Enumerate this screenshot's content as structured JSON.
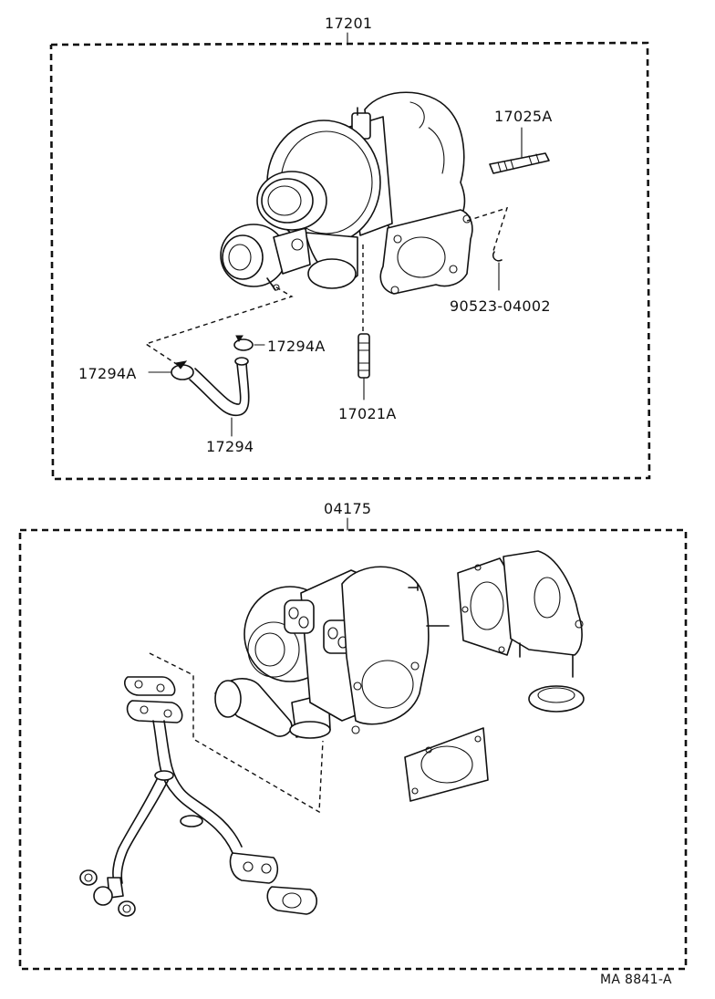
{
  "parts": {
    "top_assembly": "17201",
    "stud_upper": "17025A",
    "clip_right": "90523-04002",
    "hose_clamp_right": "17294A",
    "hose_clamp_left": "17294A",
    "hose": "17294",
    "stud_lower": "17021A",
    "bottom_assembly": "04175"
  },
  "footer": {
    "code": "MA  8841-A"
  }
}
